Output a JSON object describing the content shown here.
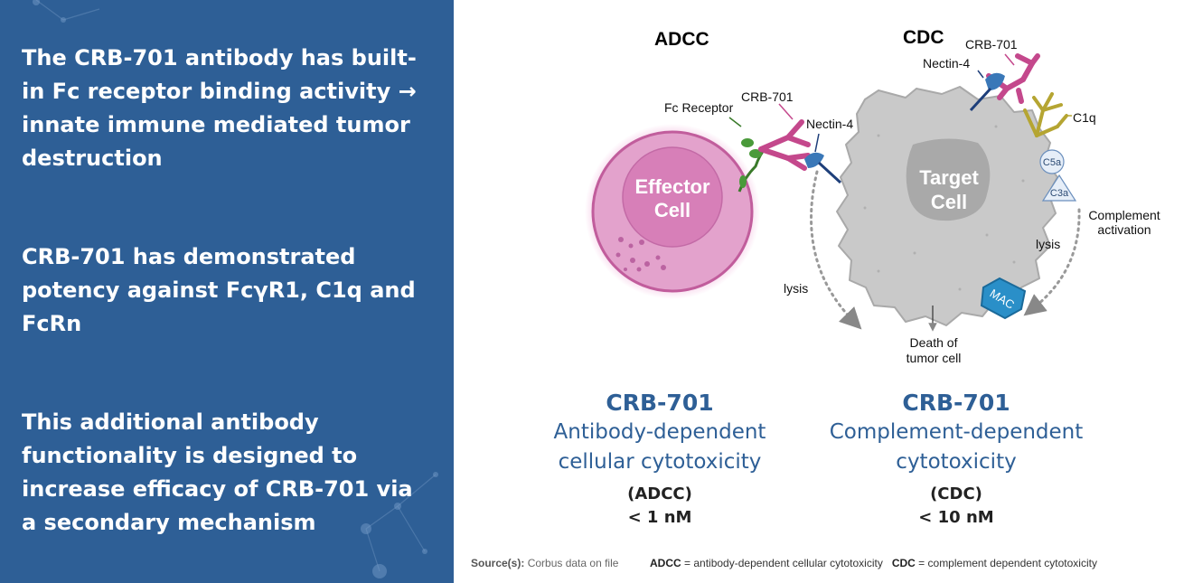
{
  "bullets": [
    "The CRB-701 antibody has built-in Fc receptor binding activity → innate immune mediated tumor destruction",
    "CRB-701 has demonstrated potency against FcγR1, C1q and FcRn",
    "This additional antibody functionality is designed to increase efficacy of CRB-701  via a secondary mechanism"
  ],
  "diagram": {
    "adcc_heading": "ADCC",
    "cdc_heading": "CDC",
    "fc_receptor": "Fc Receptor",
    "crb701_left": "CRB-701",
    "nectin4_left": "Nectin-4",
    "crb701_top": "CRB-701",
    "nectin4_top": "Nectin-4",
    "c1q": "C1q",
    "c5a": "C5a",
    "c3a": "C3a",
    "complement_line1": "Complement",
    "complement_line2": "activation",
    "effector_line1": "Effector",
    "effector_line2": "Cell",
    "target_line1": "Target",
    "target_line2": "Cell",
    "lysis_left": "lysis",
    "lysis_right": "lysis",
    "mac": "MAC",
    "death_line1": "Death of",
    "death_line2": "tumor cell"
  },
  "mechanisms": [
    {
      "name": "CRB-701",
      "desc_line1": "Antibody-dependent",
      "desc_line2": "cellular cytotoxicity",
      "abbr": "(ADCC)",
      "potency": "< 1 nM"
    },
    {
      "name": "CRB-701",
      "desc_line1": "Complement-dependent",
      "desc_line2": "cytotoxicity",
      "abbr": "(CDC)",
      "potency": "< 10 nM"
    }
  ],
  "footer": {
    "source_label": "Source(s):",
    "source_text": "Corbus data on file",
    "adcc_abbr": "ADCC",
    "adcc_def": "= antibody-dependent cellular cytotoxicity",
    "cdc_abbr": "CDC",
    "cdc_def": "= complement dependent cytotoxicity"
  },
  "colors": {
    "panel": "#2e5f96",
    "effector": "#d77fb8",
    "antibody": "#c4488c",
    "nectin": "#3a78b8",
    "c1q": "#b5a532",
    "target": "#c9c9c9"
  }
}
